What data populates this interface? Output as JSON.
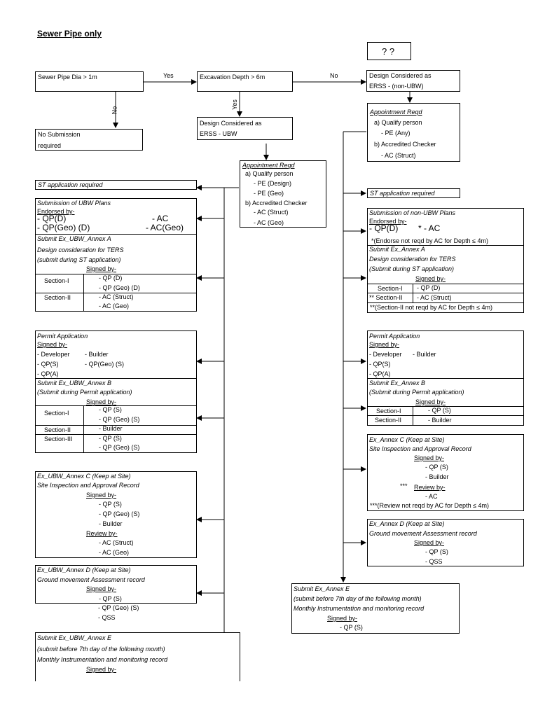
{
  "title": "Sewer Pipe only",
  "qq": "? ?",
  "decision": {
    "pipe_dia": "Sewer Pipe Dia > 1m",
    "yes1": "Yes",
    "no1": "No",
    "no_submission": [
      "No Submission",
      "required"
    ],
    "excavation": "Excavation Depth > 6m",
    "yes2": "Yes",
    "no2": "No",
    "ubw": [
      "Design Considered as",
      "ERSS - UBW"
    ],
    "nonubw": [
      "Design Considered as",
      "ERSS - (non-UBW)"
    ]
  },
  "appt_mid": {
    "title": "Appointment Reqd",
    "lines": [
      "a) Qualify person",
      "- PE (Design)",
      "- PE (Geo)",
      "b) Accredited Checker",
      "- AC (Struct)",
      "- AC (Geo)"
    ]
  },
  "appt_right": {
    "title": "Appointment Reqd",
    "lines": [
      "a) Qualify person",
      "- PE (Any)",
      "b) Accredited Checker",
      "- AC (Struct)"
    ]
  },
  "left": {
    "st_app": "ST application required",
    "sub_ubw": {
      "title": "Submission of UBW Plans",
      "endorsed": "Endorsed by-",
      "e1": "- QP(D)",
      "e2": "- AC",
      "e3": "- QP(Geo) (D)",
      "e4": "- AC(Geo)",
      "annexA": "Submit Ex_UBW_Annex A",
      "a1": "Design consideration for TERS",
      "a2": "(submit during ST application)",
      "signed": "Signed by-",
      "s1": "Section-I",
      "s1a": "- QP (D)",
      "s1b": "- QP (Geo) (D)",
      "s2": "Section-II",
      "s2a": "- AC (Struct)",
      "s2b": "- AC (Geo)"
    },
    "permit": {
      "title": "Permit Application",
      "signed": "Signed by-",
      "p1": "- Developer",
      "p2": "- Builder",
      "p3": "- QP(S)",
      "p4": "- QP(Geo) (S)",
      "p5": "- QP(A)",
      "annexB": "Submit Ex_UBW_Annex B",
      "b1": "(Submit during Permit application)",
      "signed2": "Signed by-",
      "s1": "Section-I",
      "s1a": "- QP (S)",
      "s1b": "- QP (Geo) (S)",
      "s2": "Section-II",
      "s2a": "- Builder",
      "s3": "Section-III",
      "s3a": "- QP (S)",
      "s3b": "- QP (Geo) (S)"
    },
    "annexC": {
      "title": "Ex_UBW_Annex C (Keep at Site)",
      "sub": "Site Inspection and Approval Record",
      "signed": "Signed by-",
      "l1": "- QP (S)",
      "l2": "- QP (Geo) (S)",
      "l3": "- Builder",
      "review": "Review by-",
      "r1": "- AC (Struct)",
      "r2": "- AC (Geo)"
    },
    "annexD": {
      "title": "Ex_UBW_Annex D (Keep at Site)",
      "sub": "Ground movement Assessment record",
      "signed": "Signed by-",
      "l1": "- QP (S)",
      "l2": "- QP (Geo) (S)",
      "l3": "- QSS"
    },
    "annexE": {
      "title": "Submit Ex_UBW_Annex E",
      "l1": "(submit before 7th day of the following month)",
      "l2": "Monthly Instrumentation and monitoring record",
      "signed": "Signed by-"
    }
  },
  "right": {
    "st_app": "ST application required",
    "sub_nonubw": {
      "title": "Submission of non-UBW Plans",
      "endorsed": "Endorsed by-",
      "e1": "- QP(D)",
      "e2": "* - AC",
      "note": "*(Endorse not reqd by AC for Depth ≤ 4m)",
      "annexA": "Submit Ex_Annex A",
      "a1": "Design consideration for TERS",
      "a2": "(Submit during ST application)",
      "signed": "Signed by-",
      "s1": "Section-I",
      "s1a": "- QP (D)",
      "s2": "** Section-II",
      "s2a": "- AC (Struct)",
      "note2": "**(Section-II not reqd by AC for Depth ≤ 4m)"
    },
    "permit": {
      "title": "Permit Application",
      "signed": "Signed by-",
      "p1": "- Developer",
      "p2": "- Builder",
      "p3": "- QP(S)",
      "p4": "- QP(A)",
      "annexB": "Submit Ex_Annex B",
      "b1": "(Submit during Permit application)",
      "signed2": "Signed by-",
      "s1": "Section-I",
      "s1a": "- QP (S)",
      "s2": "Section-II",
      "s2a": "- Builder"
    },
    "annexC": {
      "title": "Ex_Annex C (Keep at Site)",
      "sub": "Site Inspection and Approval Record",
      "signed": "Signed by-",
      "l1": "- QP (S)",
      "l2": "- Builder",
      "stars": "***",
      "review": "Review by-",
      "r1": "- AC",
      "note": "***(Review not reqd by AC for Depth ≤ 4m)"
    },
    "annexD": {
      "title": "Ex_Annex D (Keep at Site)",
      "sub": "Ground movement Assessment record",
      "signed": "Signed by-",
      "l1": "- QP (S)",
      "l2": "- QSS"
    },
    "annexE": {
      "title": "Submit Ex_Annex E",
      "l1": "(submit before 7th day of the following month)",
      "l2": "Monthly Instrumentation and monitoring record",
      "signed": "Signed by-",
      "s1": "- QP (S)"
    }
  }
}
